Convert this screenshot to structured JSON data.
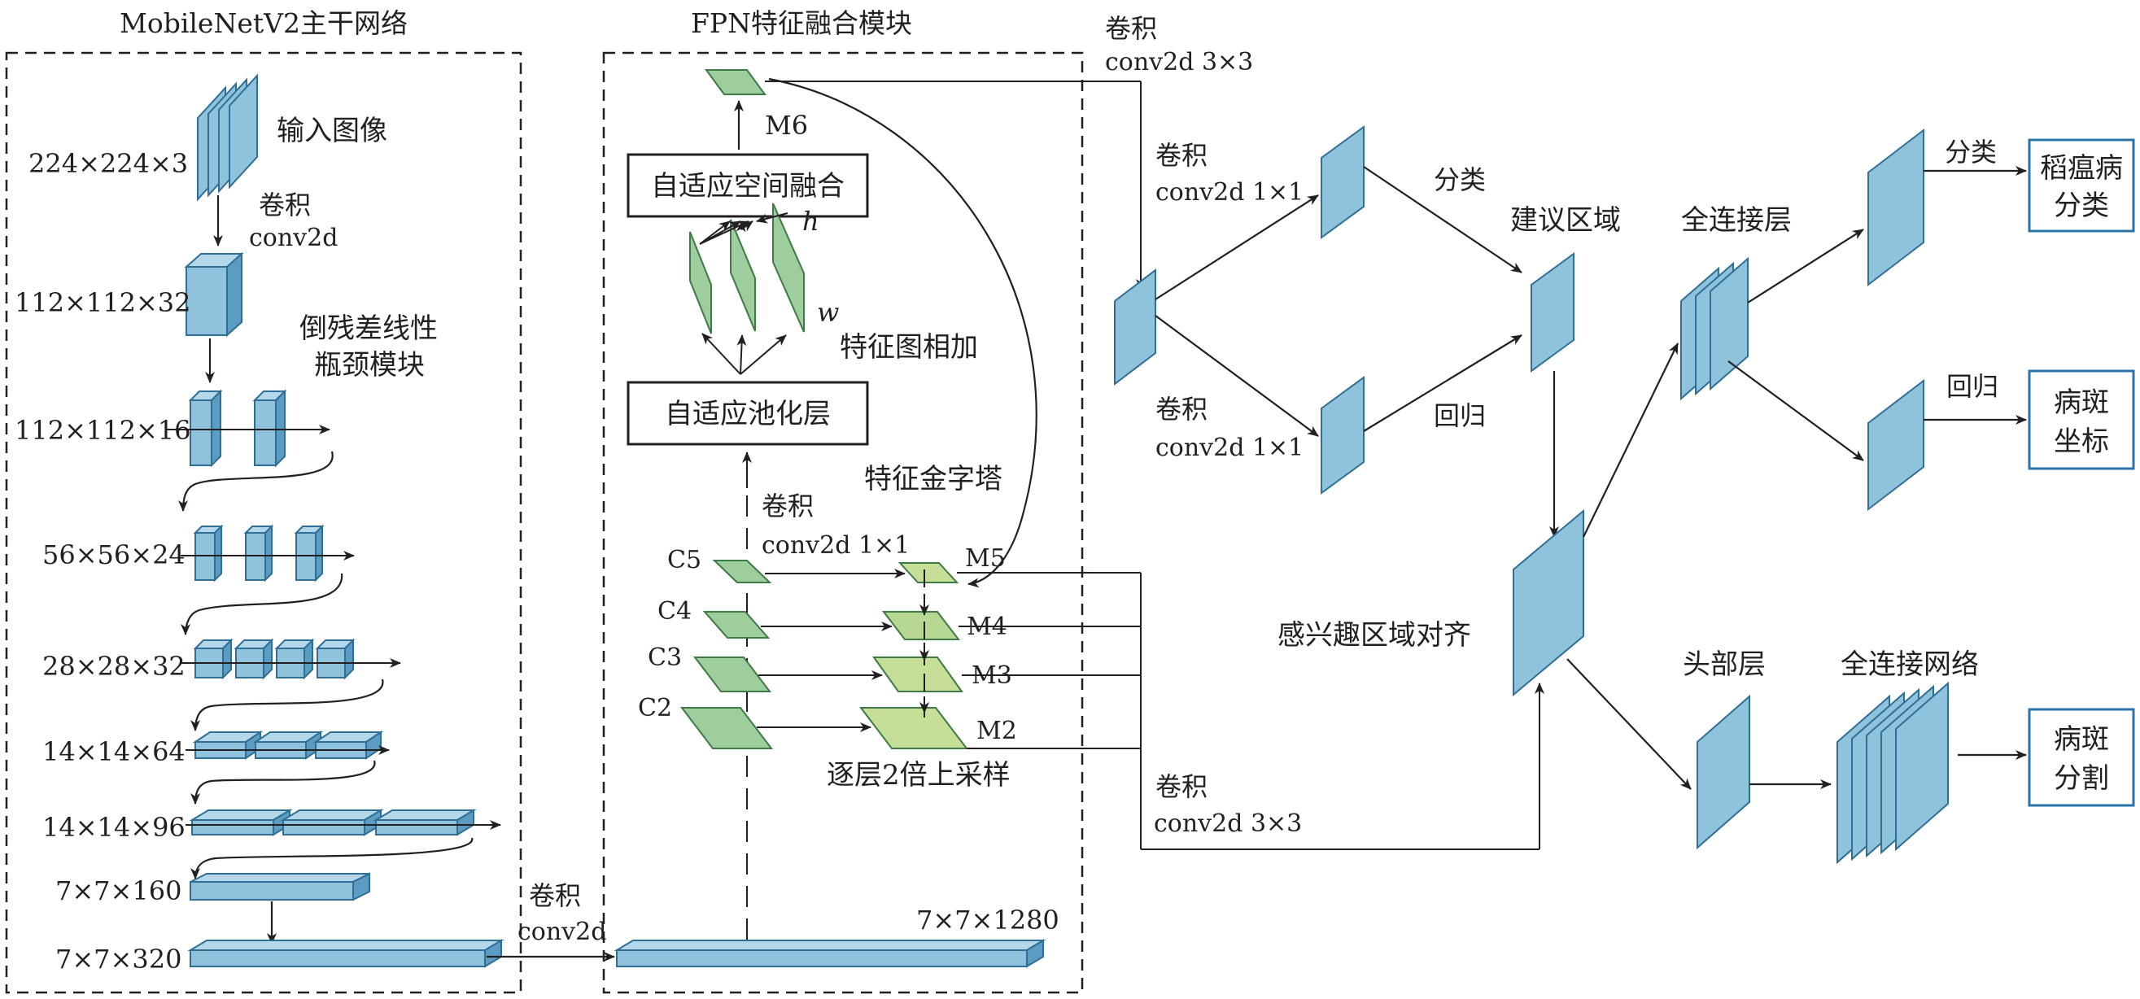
{
  "sections": {
    "backbone_title": "MobileNetV2主干网络",
    "fpn_title": "FPN特征融合模块"
  },
  "backbone": {
    "input_size": "224×224×3",
    "input_label": "输入图像",
    "conv_label": "卷积",
    "conv_name": "conv2d",
    "stage1_size": "112×112×32",
    "bottleneck_label_1": "倒残差线性",
    "bottleneck_label_2": "瓶颈模块",
    "stage_sizes": [
      "112×112×16",
      "56×56×24",
      "28×28×32",
      "14×14×64",
      "14×14×96",
      "7×7×160",
      "7×7×320"
    ]
  },
  "bridge": {
    "conv_label": "卷积",
    "conv_name": "conv2d",
    "out_size": "7×7×1280"
  },
  "fpn": {
    "asff_label": "自适应空间融合",
    "pool_label": "自适应池化层",
    "m6": "M6",
    "h": "h",
    "w": "w",
    "feature_add": "特征图相加",
    "pyramid": "特征金字塔",
    "conv_label": "卷积",
    "conv_name": "conv2d 1×1",
    "c_labels": [
      "C5",
      "C4",
      "C3",
      "C2"
    ],
    "m_labels": [
      "M5",
      "M4",
      "M3",
      "M2"
    ],
    "upsample": "逐层2倍上采样"
  },
  "head": {
    "top_conv_label": "卷积",
    "top_conv_name": "conv2d 3×3",
    "conv_a_label": "卷积",
    "conv_a_name": "conv2d 1×1",
    "conv_b_label": "卷积",
    "conv_b_name": "conv2d 1×1",
    "bottom_conv_label": "卷积",
    "bottom_conv_name": "conv2d 3×3",
    "classify": "分类",
    "regress": "回归",
    "proposal": "建议区域",
    "roi_align": "感兴趣区域对齐",
    "fc_layer": "全连接层",
    "classify2": "分类",
    "regress2": "回归",
    "head_layer": "头部层",
    "fc_net": "全连接网络"
  },
  "outputs": {
    "cls_1": "稻瘟病",
    "cls_2": "分类",
    "coord_1": "病斑",
    "coord_2": "坐标",
    "seg_1": "病斑",
    "seg_2": "分割"
  },
  "colors": {
    "blue_fill": "#8fc3dc",
    "blue_dark": "#5d9cc2",
    "blue_stroke": "#2f6f96",
    "green_fill": "#9fce9e",
    "green_light": "#c6de98",
    "green_stroke": "#3d7a46",
    "output_border": "#2a73a8",
    "line": "#231f20"
  }
}
